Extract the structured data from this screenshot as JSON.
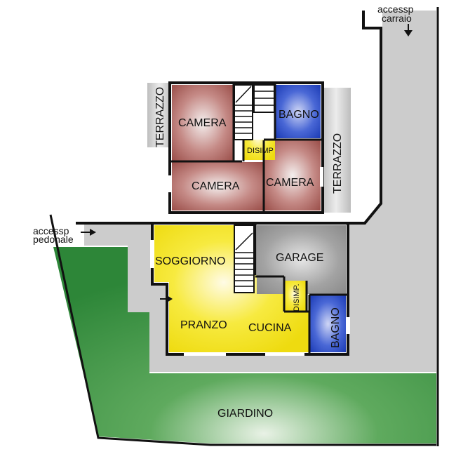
{
  "floor_plan": {
    "upper_floor": {
      "rooms": [
        {
          "id": "camera-1",
          "label": "CAMERA"
        },
        {
          "id": "camera-2",
          "label": "CAMERA"
        },
        {
          "id": "camera-3",
          "label": "CAMERA"
        },
        {
          "id": "bagno-upper",
          "label": "BAGNO"
        },
        {
          "id": "disimp-upper",
          "label": "DISIMP"
        },
        {
          "id": "terrazzo-left",
          "label": "TERRAZZO"
        },
        {
          "id": "terrazzo-right",
          "label": "TERRAZZO"
        }
      ]
    },
    "ground_floor": {
      "rooms": [
        {
          "id": "soggiorno",
          "label": "SOGGIORNO"
        },
        {
          "id": "pranzo",
          "label": "PRANZO"
        },
        {
          "id": "cucina",
          "label": "CUCINA"
        },
        {
          "id": "garage",
          "label": "GARAGE"
        },
        {
          "id": "bagno-lower",
          "label": "BAGNO"
        },
        {
          "id": "disimp-lower",
          "label": "DISIMP."
        }
      ]
    },
    "exterior": {
      "garden": "GIARDINO",
      "access_vehicle": [
        "accessp",
        "carraio"
      ],
      "access_pedestrian": [
        "accessp",
        "pedonale"
      ]
    },
    "colors": {
      "camera": "#a85a55",
      "bagno": "#2349c8",
      "disimp": "#f2e21c",
      "living": "#f5e51e",
      "garage": "#9a9a9a",
      "garden": "#2f8a3a",
      "yard": "#c9c9c9",
      "terrace": "#cfcfcf"
    }
  }
}
